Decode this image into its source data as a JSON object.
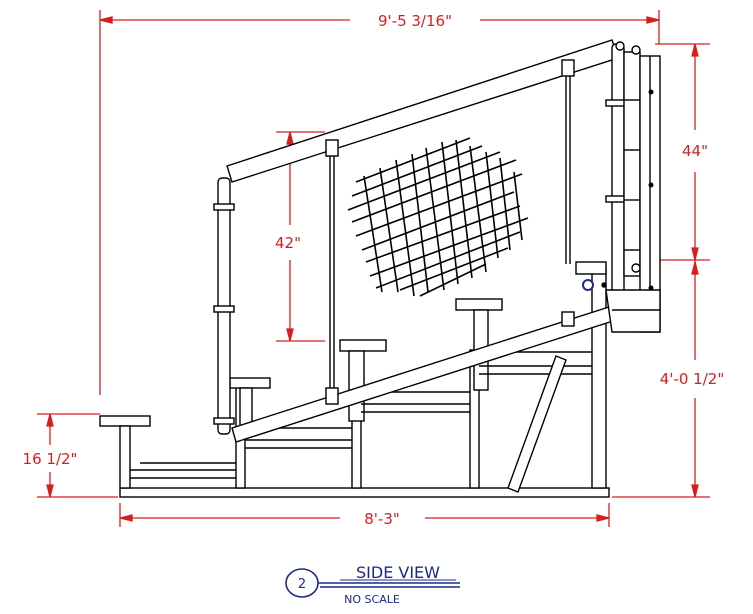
{
  "drawing": {
    "dimensions": {
      "overall_length": "9'-5 3/16\"",
      "back_height": "44\"",
      "rail_height": "42\"",
      "rear_height": "4'-0 1/2\"",
      "front_seat_height": "16 1/2\"",
      "base_length": "8'-3\""
    },
    "title_block": {
      "number": "2",
      "title": "SIDE VIEW",
      "subtitle": "NO SCALE"
    },
    "colors": {
      "dimension": "#d61e1e",
      "title": "#1d2a8a",
      "structure": "#000000"
    }
  }
}
